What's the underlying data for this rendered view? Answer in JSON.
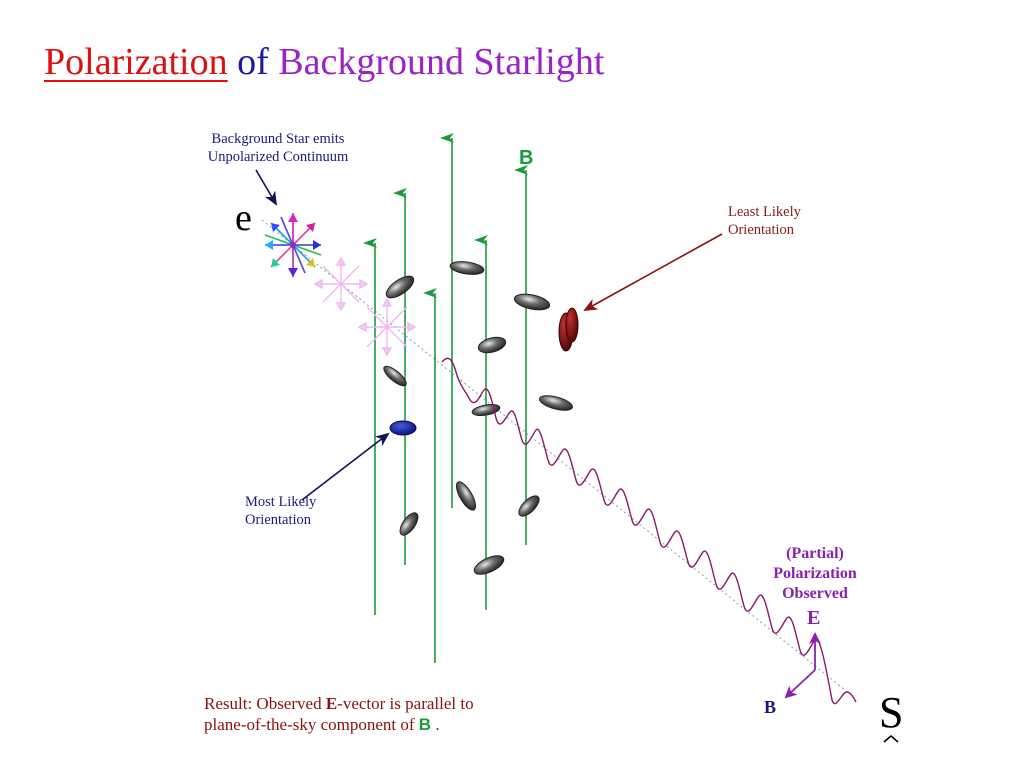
{
  "title": {
    "word1": "Polarization",
    "word2": "of",
    "word3": "Background Starlight"
  },
  "labels": {
    "star_line1": "Background Star emits",
    "star_line2": "Unpolarized Continuum",
    "e_symbol": "e",
    "field_B": "B",
    "least_line1": "Least Likely",
    "least_line2": "Orientation",
    "most_line1": "Most Likely",
    "most_line2": "Orientation",
    "partial_line1": "(Partial)",
    "partial_line2": "Polarization",
    "partial_line3": "Observed",
    "E_vector": "E",
    "B_vector": "B",
    "observer_symbol": "S",
    "result_part1": "Result: Observed ",
    "result_E": "E",
    "result_part2": "-vector is parallel to",
    "result_line2": "plane-of-the-sky component of ",
    "result_B": "B",
    "result_end": " ."
  },
  "colors": {
    "field_lines": "#1a9a3a",
    "wave": "#8b1a6b",
    "most_likely_grain": "#0a1a9a",
    "least_likely_grain": "#8b1010",
    "grains": "#555555",
    "vector_purple": "#8a1fb0"
  }
}
